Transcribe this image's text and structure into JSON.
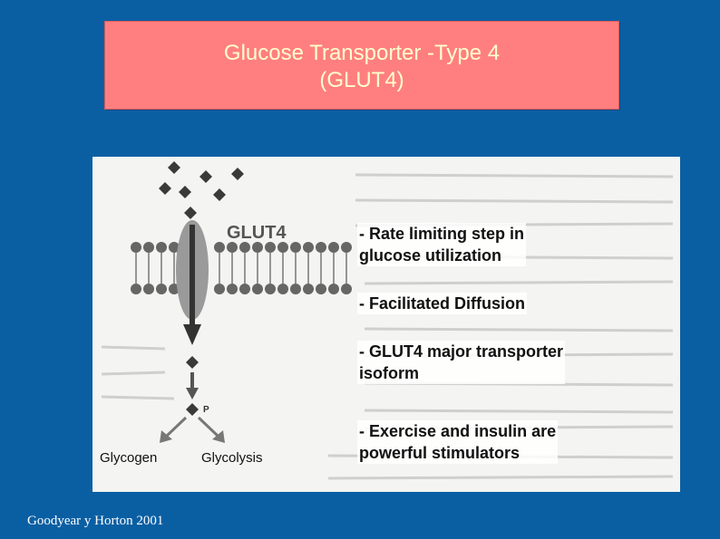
{
  "title": {
    "line1": "Glucose Transporter -Type 4",
    "line2": "(GLUT4)"
  },
  "figure": {
    "glut4_label": "GLUT4",
    "glycogen_label": "Glycogen",
    "glycolysis_label": "Glycolysis",
    "p_label": "P"
  },
  "bullets": [
    {
      "line1": "- Rate limiting step in",
      "line2": "glucose utilization"
    },
    {
      "line1": "- Facilitated Diffusion"
    },
    {
      "line1": "- GLUT4 major transporter",
      "line2": " isoform"
    },
    {
      "line1": "- Exercise and insulin are",
      "line2": "powerful stimulators"
    }
  ],
  "credit": "Goodyear y Horton 2001",
  "colors": {
    "background": "#0a5fa3",
    "title_box": "#ff7f80",
    "title_text": "#ffffcc"
  }
}
